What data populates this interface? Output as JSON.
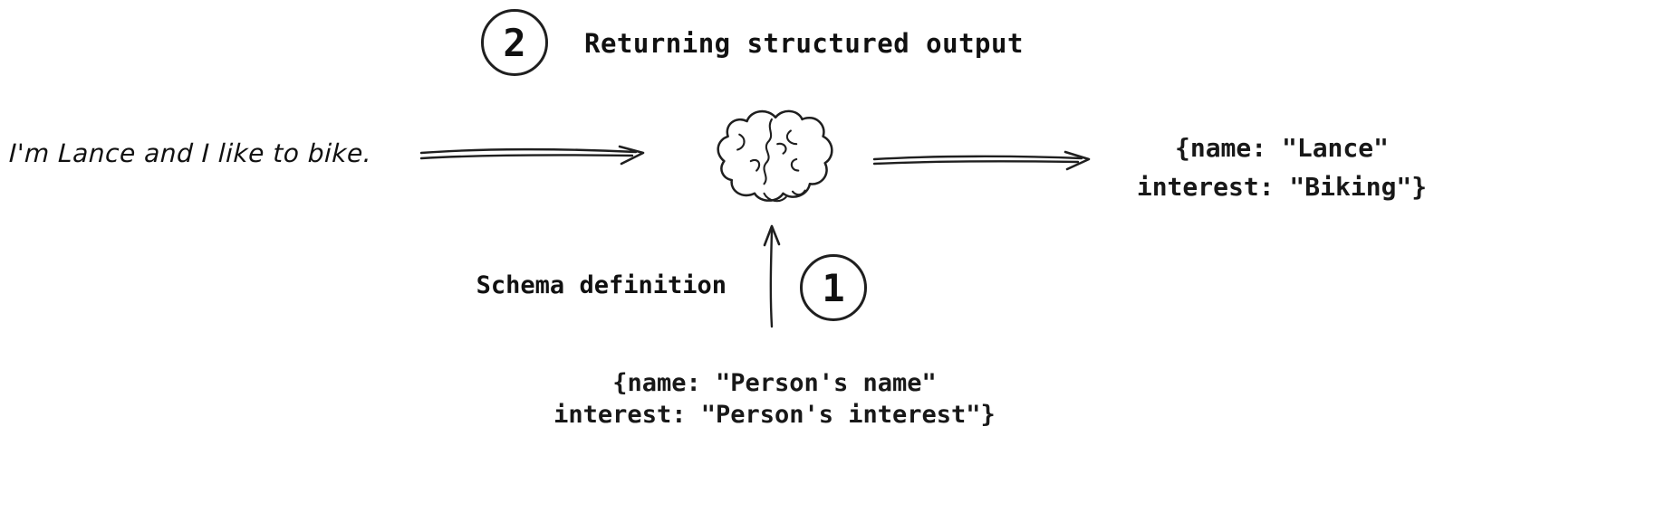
{
  "canvas": {
    "background": "#ffffff",
    "ink": "#1f1f1f"
  },
  "steps": {
    "step2": {
      "number": "2",
      "label": "Returning structured output"
    },
    "step1": {
      "number": "1",
      "label": "Schema definition"
    }
  },
  "input": {
    "text": "I'm Lance and I like to bike."
  },
  "model": {
    "icon": "brain-icon"
  },
  "output": {
    "line1": "{name: \"Lance\"",
    "line2": "interest: \"Biking\"}"
  },
  "schema": {
    "line1": "{name: \"Person's name\"",
    "line2": "interest: \"Person's interest\"}"
  }
}
